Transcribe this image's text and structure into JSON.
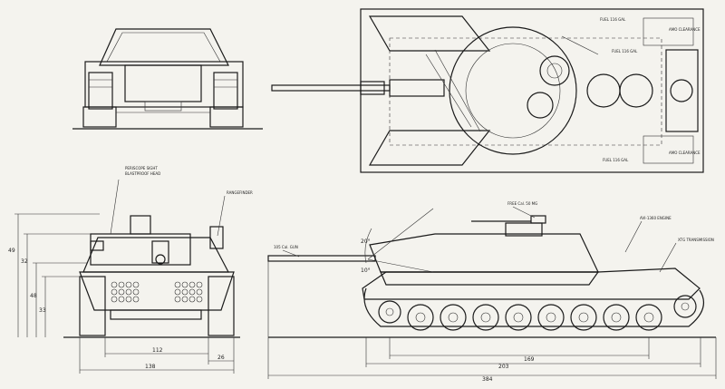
{
  "labels": {
    "fuel_top": "FUEL 116 GAL",
    "fuel_mid": "FUEL 116 GAL",
    "fuel_bot": "FUEL 116 GAL",
    "ammo_clearance_top": "AMO CLEARANCE",
    "ammo_clearance_bot": "AMO CLEARANCE",
    "periscope": "PERISCOPE SIGHT",
    "periscope_2": "BLASTPROOF HEAD",
    "rangefinder": "RANGEFINDER",
    "main_gun": "105 Cal. GUN",
    "mg": "FREE Cal. 50 MG",
    "engine": "AVI-1360 ENGINE",
    "transmission": "XTG TRANSMISSION"
  },
  "dimensions": {
    "front_height_1": "49",
    "front_height_2": "32",
    "front_height_3": "48",
    "front_height_4": "33",
    "front_width_inner": "112",
    "front_width_outer": "138",
    "front_track": "26",
    "side_length_hull": "203",
    "side_track_contact": "169",
    "side_length_total": "384",
    "gun_elevation": "20°",
    "gun_depression": "10°"
  }
}
